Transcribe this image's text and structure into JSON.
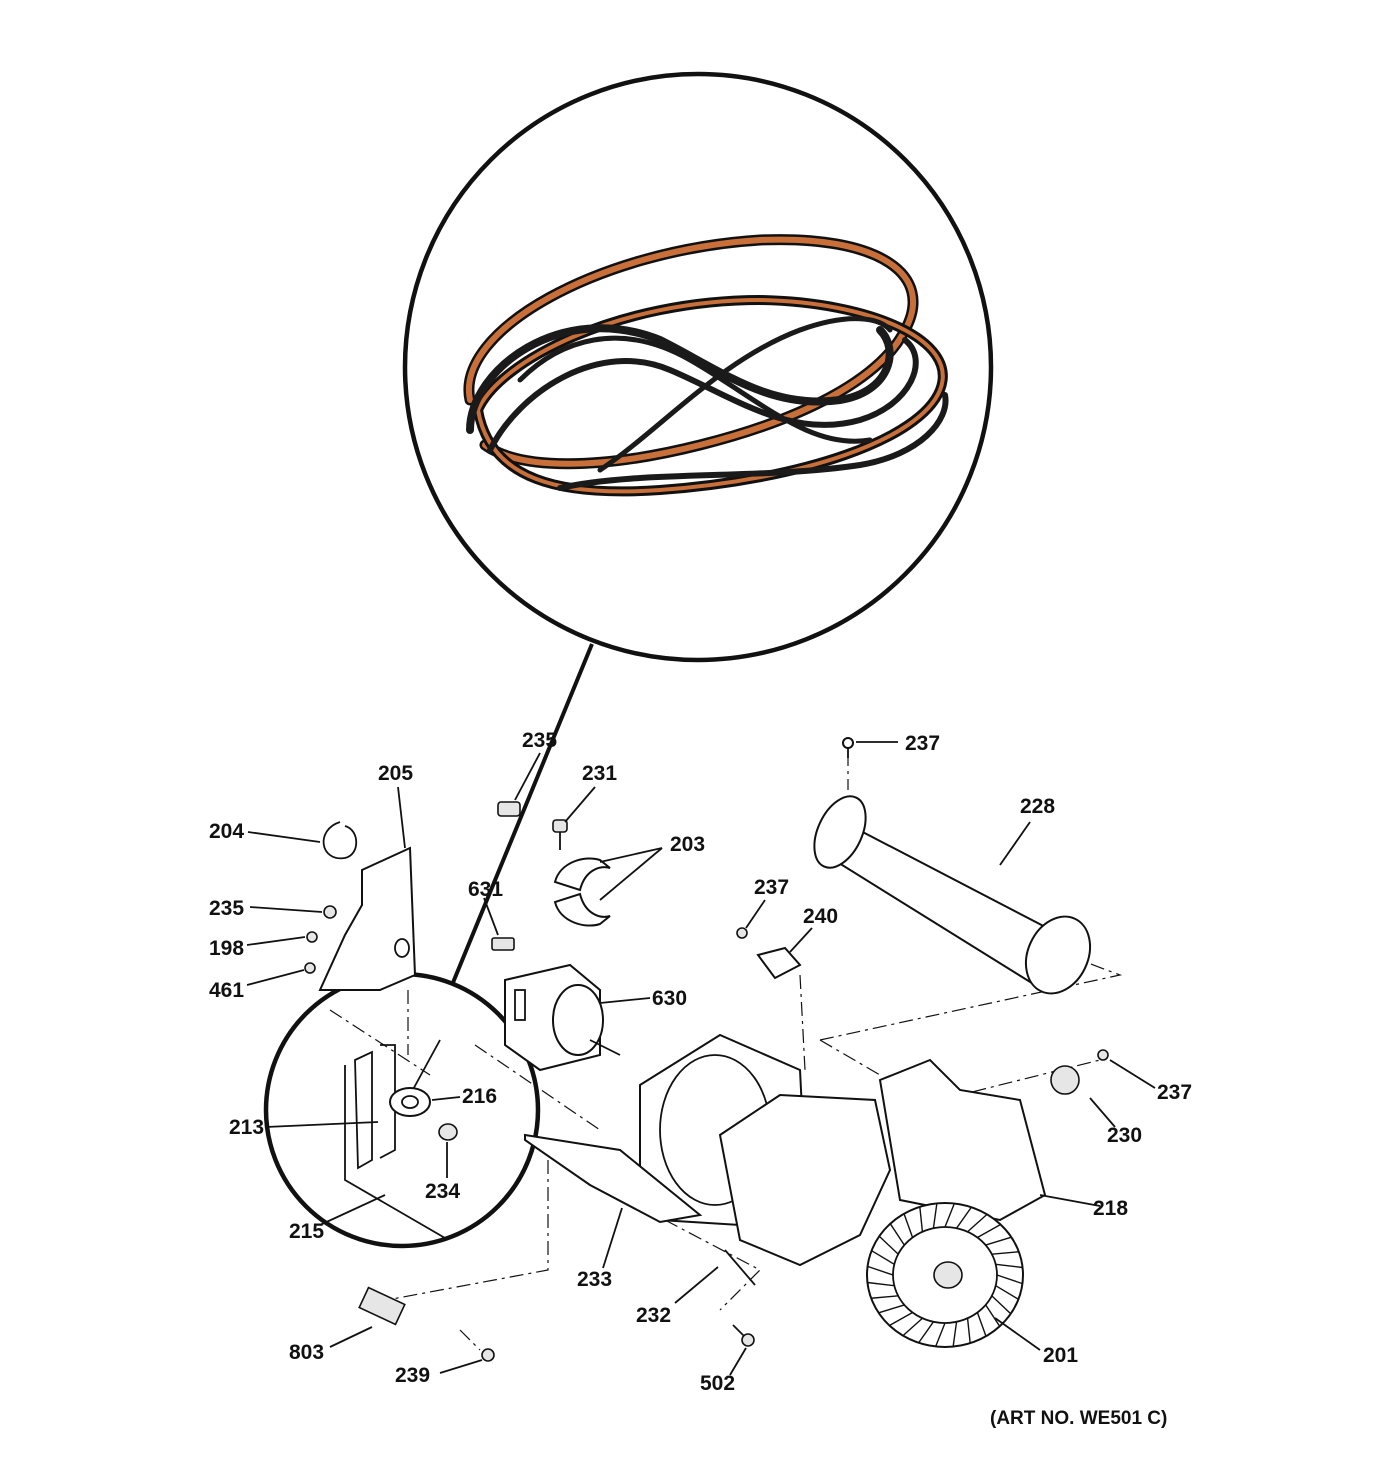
{
  "diagram": {
    "art_number": "(ART NO. WE501 C)",
    "detail_inset": {
      "name": "drive-belt",
      "colors": {
        "belt_outer": "#c9703a",
        "belt_inner": "#1a1a1a",
        "outline": "#111111"
      }
    },
    "callouts": [
      {
        "id": "c235a",
        "label": "235"
      },
      {
        "id": "c231",
        "label": "231"
      },
      {
        "id": "c205",
        "label": "205"
      },
      {
        "id": "c237a",
        "label": "237"
      },
      {
        "id": "c228",
        "label": "228"
      },
      {
        "id": "c204",
        "label": "204"
      },
      {
        "id": "c203",
        "label": "203"
      },
      {
        "id": "c631",
        "label": "631"
      },
      {
        "id": "c237b",
        "label": "237"
      },
      {
        "id": "c240",
        "label": "240"
      },
      {
        "id": "c235b",
        "label": "235"
      },
      {
        "id": "c198",
        "label": "198"
      },
      {
        "id": "c461",
        "label": "461"
      },
      {
        "id": "c630",
        "label": "630"
      },
      {
        "id": "c237c",
        "label": "237"
      },
      {
        "id": "c216",
        "label": "216"
      },
      {
        "id": "c213",
        "label": "213"
      },
      {
        "id": "c230",
        "label": "230"
      },
      {
        "id": "c234",
        "label": "234"
      },
      {
        "id": "c218",
        "label": "218"
      },
      {
        "id": "c215",
        "label": "215"
      },
      {
        "id": "c233",
        "label": "233"
      },
      {
        "id": "c232",
        "label": "232"
      },
      {
        "id": "c803",
        "label": "803"
      },
      {
        "id": "c201",
        "label": "201"
      },
      {
        "id": "c239",
        "label": "239"
      },
      {
        "id": "c502",
        "label": "502"
      }
    ]
  }
}
